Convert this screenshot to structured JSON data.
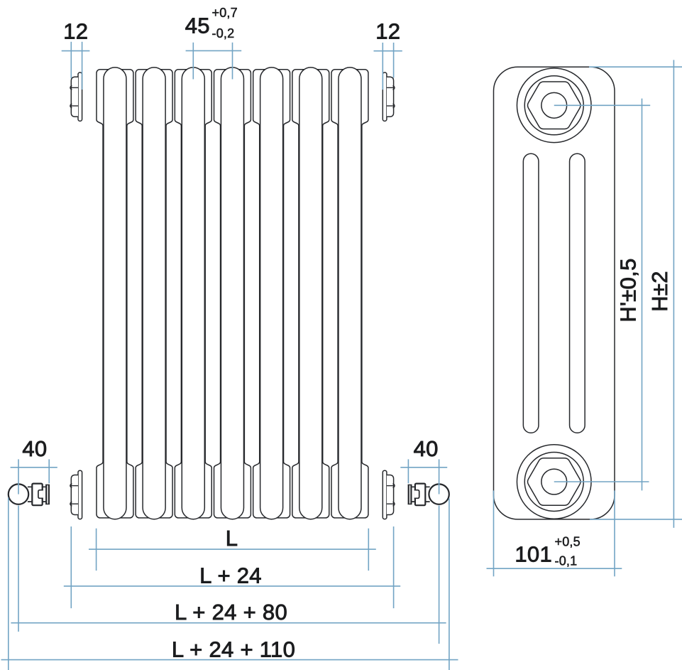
{
  "title": "Tubular radiator technical drawing",
  "colors": {
    "line_dark": "#26282c",
    "dimension_blue": "#72a4c4",
    "background": "#ffffff",
    "text": "#1b1c1e"
  },
  "views": {
    "front": {
      "name": "front-view",
      "tube_columns": 7
    },
    "side": {
      "name": "side-view"
    }
  },
  "dims": {
    "plug_offset_left": {
      "value": "12"
    },
    "tube_spacing": {
      "value": "45",
      "tol_plus": "+0,7",
      "tol_minus": "-0,2"
    },
    "plug_offset_right": {
      "value": "12"
    },
    "valve_offset_left": {
      "value": "40"
    },
    "valve_offset_right": {
      "value": "40"
    },
    "length": {
      "value": "L"
    },
    "length_plugs": {
      "value": "L + 24"
    },
    "length_valve_centers": {
      "value": "L + 24 + 80"
    },
    "length_overall": {
      "value": "L + 24 + 110"
    },
    "height_axis": {
      "value": "H'±0,5"
    },
    "height_overall": {
      "value": "H±2"
    },
    "depth": {
      "value": "101",
      "tol_plus": "+0,5",
      "tol_minus": "-0,1"
    }
  }
}
